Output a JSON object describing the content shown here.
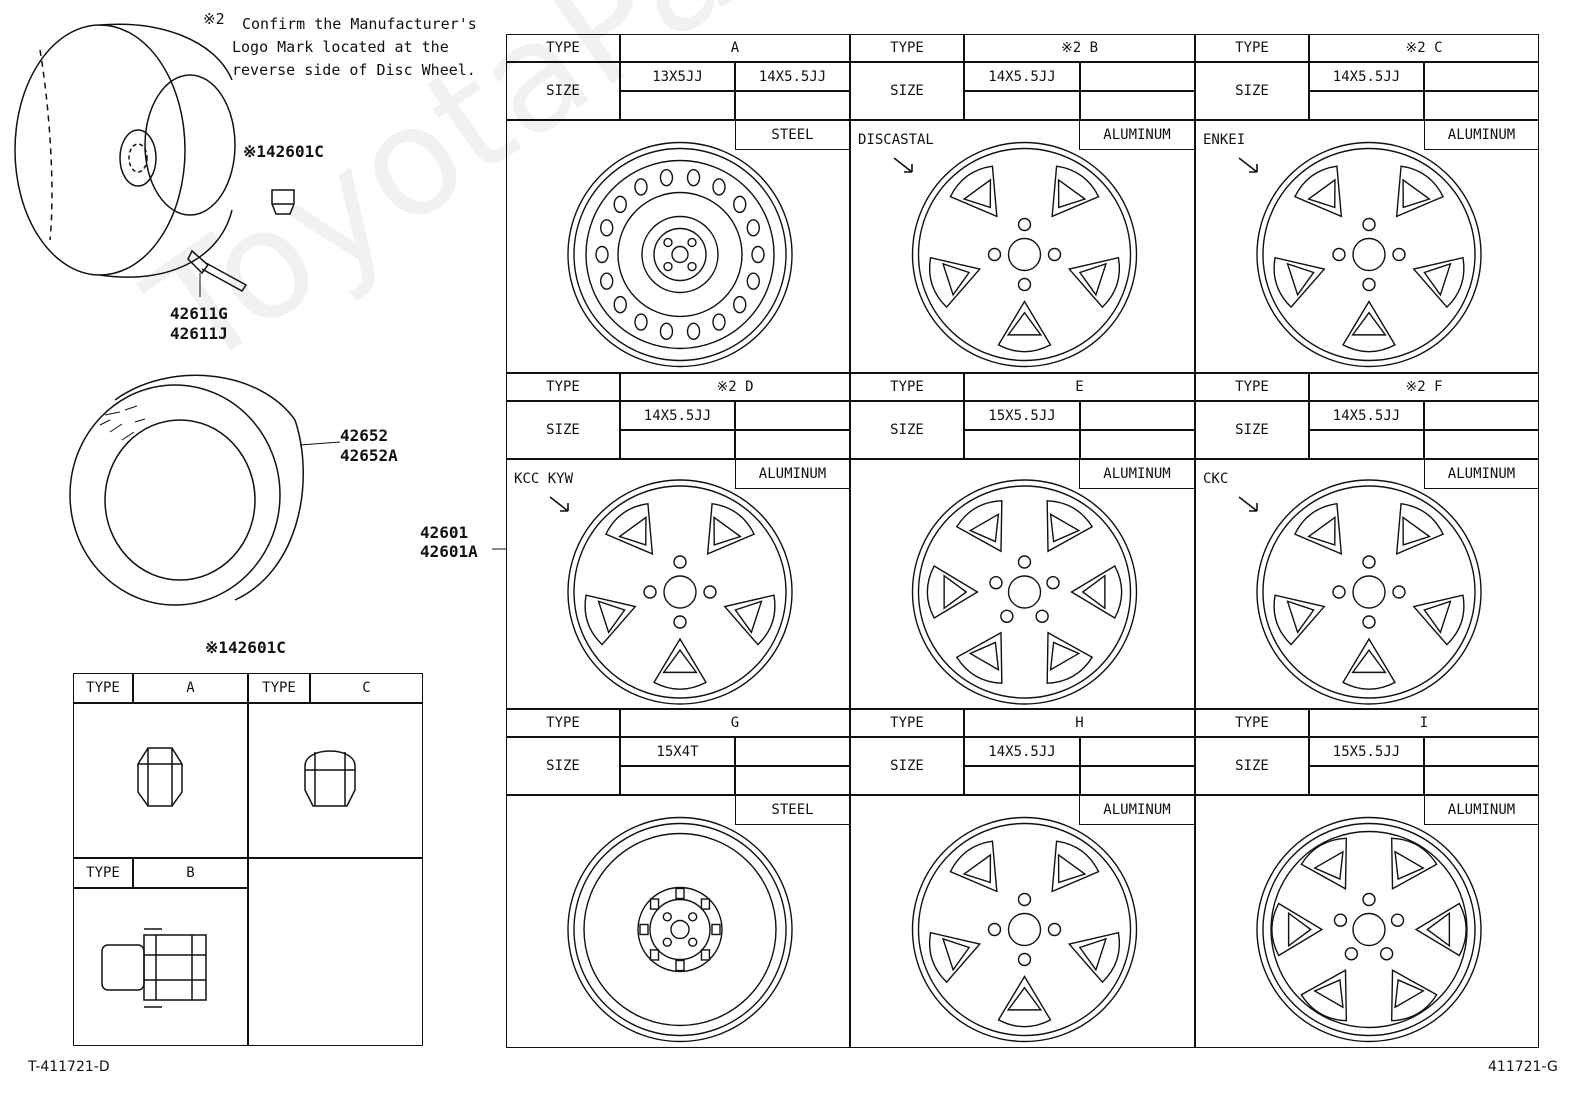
{
  "notes": {
    "mark2_symbol": "※2",
    "confirm_line1": "Confirm the Manufacturer's",
    "confirm_line2": "Logo Mark located at the",
    "confirm_line3": "reverse side of Disc Wheel."
  },
  "part_labels": {
    "cap_top": "※142601C",
    "valve_1": "42611G",
    "valve_2": "42611J",
    "tire_1": "42652",
    "tire_2": "42652A",
    "wheel_1": "42601",
    "wheel_2": "42601A",
    "nut_table_title": "※142601C"
  },
  "nut_table": {
    "type_label": "TYPE",
    "a": "A",
    "c": "C",
    "b": "B"
  },
  "wheel_table": {
    "type_label": "TYPE",
    "size_label": "SIZE",
    "types": [
      {
        "type": "A",
        "sizes": [
          "13X5JJ",
          "14X5.5JJ"
        ],
        "material": "STEEL",
        "maker": ""
      },
      {
        "type": "※2 B",
        "sizes": [
          "14X5.5JJ"
        ],
        "material": "ALUMINUM",
        "maker": "DISCASTAL"
      },
      {
        "type": "※2 C",
        "sizes": [
          "14X5.5JJ"
        ],
        "material": "ALUMINUM",
        "maker": "ENKEI"
      },
      {
        "type": "※2 D",
        "sizes": [
          "14X5.5JJ"
        ],
        "material": "ALUMINUM",
        "maker": "KCC KYW"
      },
      {
        "type": "E",
        "sizes": [
          "15X5.5JJ"
        ],
        "material": "ALUMINUM",
        "maker": ""
      },
      {
        "type": "※2  F",
        "sizes": [
          "14X5.5JJ"
        ],
        "material": "ALUMINUM",
        "maker": "CKC"
      },
      {
        "type": "G",
        "sizes": [
          "15X4T"
        ],
        "material": "STEEL",
        "maker": ""
      },
      {
        "type": "H",
        "sizes": [
          "14X5.5JJ"
        ],
        "material": "ALUMINUM",
        "maker": ""
      },
      {
        "type": "I",
        "sizes": [
          "15X5.5JJ"
        ],
        "material": "ALUMINUM",
        "maker": ""
      }
    ]
  },
  "footer": {
    "left_code": "T-411721-D",
    "right_code": "411721-G"
  },
  "watermark": "ToyotaPartsDealer"
}
